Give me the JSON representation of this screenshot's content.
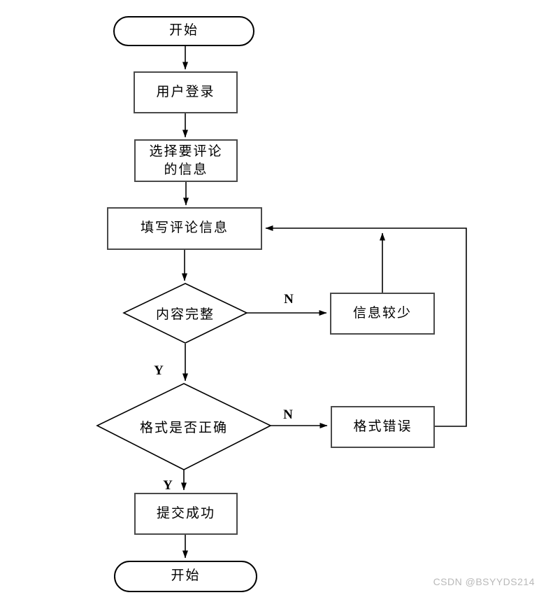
{
  "diagram": {
    "type": "flowchart",
    "nodes": {
      "start": "开始",
      "login": "用户登录",
      "select_line1": "选择要评论",
      "select_line2": "的信息",
      "fill": "填写评论信息",
      "decision_content": "内容完整",
      "info_less": "信息较少",
      "decision_format": "格式是否正确",
      "format_error": "格式错误",
      "submit": "提交成功",
      "end": "开始"
    },
    "branch_labels": {
      "yes": "Y",
      "no": "N"
    },
    "edges": [
      "start -> login",
      "login -> select",
      "select -> fill",
      "fill -> decision_content",
      "decision_content -N-> info_less",
      "info_less -> fill",
      "decision_content -Y-> decision_format",
      "decision_format -N-> format_error",
      "format_error -> fill",
      "decision_format -Y-> submit",
      "submit -> end"
    ],
    "colors": {
      "background": "#ffffff",
      "line": "#000000",
      "rect_border": "#4a4a4a",
      "text": "#000000",
      "watermark": "#b9b9b9"
    }
  },
  "watermark": "CSDN @BSYYDS214"
}
